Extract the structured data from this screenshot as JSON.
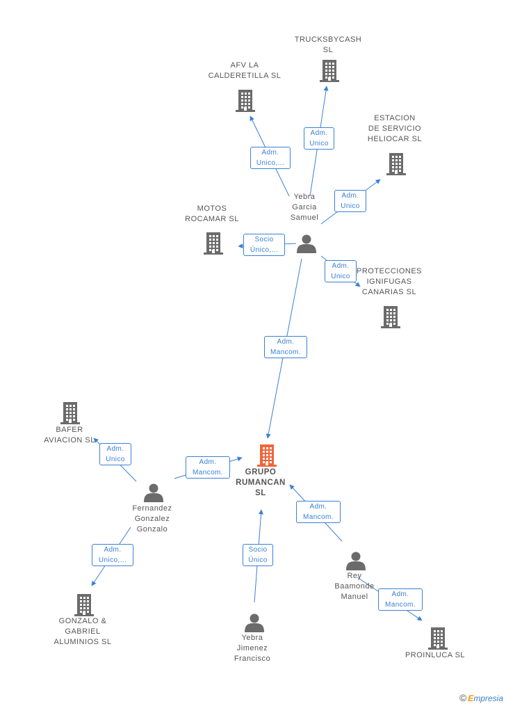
{
  "nodes": {
    "trucksbycash": {
      "label": "TRUCKSBYCASH\nSL",
      "type": "company"
    },
    "afv": {
      "label": "AFV LA\nCALDERETILLA SL",
      "type": "company"
    },
    "estacion": {
      "label": "ESTACION\nDE SERVICIO\nHELIOCAR SL",
      "type": "company"
    },
    "motos": {
      "label": "MOTOS\nROCAMAR SL",
      "type": "company"
    },
    "yebra_garcia": {
      "label": "Yebra\nGarcia\nSamuel",
      "type": "person"
    },
    "protecciones": {
      "label": "PROTECCIONES\nIGNIFUGAS\nCANARIAS  SL",
      "type": "company"
    },
    "bafer": {
      "label": "BAFER\nAVIACION SL",
      "type": "company"
    },
    "grupo": {
      "label": "GRUPO\nRUMANCAN\nSL",
      "type": "main"
    },
    "fernandez": {
      "label": "Fernandez\nGonzalez\nGonzalo",
      "type": "person"
    },
    "gonzalo_gabriel": {
      "label": "GONZALO &\nGABRIEL\nALUMINIOS SL",
      "type": "company"
    },
    "rey": {
      "label": "Rey\nBaamonde\nManuel",
      "type": "person"
    },
    "yebra_jimenez": {
      "label": "Yebra\nJimenez\nFrancisco",
      "type": "person"
    },
    "proinluca": {
      "label": "PROINLUCA SL",
      "type": "company"
    }
  },
  "edges": [
    {
      "from": "yebra_garcia",
      "to": "afv",
      "label": "Adm.\nUnico,..."
    },
    {
      "from": "yebra_garcia",
      "to": "trucksbycash",
      "label": "Adm.\nUnico"
    },
    {
      "from": "yebra_garcia",
      "to": "estacion",
      "label": "Adm.\nUnico"
    },
    {
      "from": "yebra_garcia",
      "to": "motos",
      "label": "Socio\nÚnico,..."
    },
    {
      "from": "yebra_garcia",
      "to": "protecciones",
      "label": "Adm.\nUnico"
    },
    {
      "from": "yebra_garcia",
      "to": "grupo",
      "label": "Adm.\nMancom."
    },
    {
      "from": "fernandez",
      "to": "bafer",
      "label": "Adm.\nUnico"
    },
    {
      "from": "fernandez",
      "to": "grupo",
      "label": "Adm.\nMancom."
    },
    {
      "from": "fernandez",
      "to": "gonzalo_gabriel",
      "label": "Adm.\nUnico,..."
    },
    {
      "from": "yebra_jimenez",
      "to": "grupo",
      "label": "Socio\nÚnico"
    },
    {
      "from": "rey",
      "to": "grupo",
      "label": "Adm.\nMancom."
    },
    {
      "from": "rey",
      "to": "proinluca",
      "label": "Adm.\nMancom."
    }
  ],
  "colors": {
    "edge": "#3a7fd5",
    "icon": "#6b6b6b",
    "main_icon": "#f0653a"
  },
  "brand": {
    "copyright": "©",
    "e": "E",
    "rest": "mpresia"
  }
}
